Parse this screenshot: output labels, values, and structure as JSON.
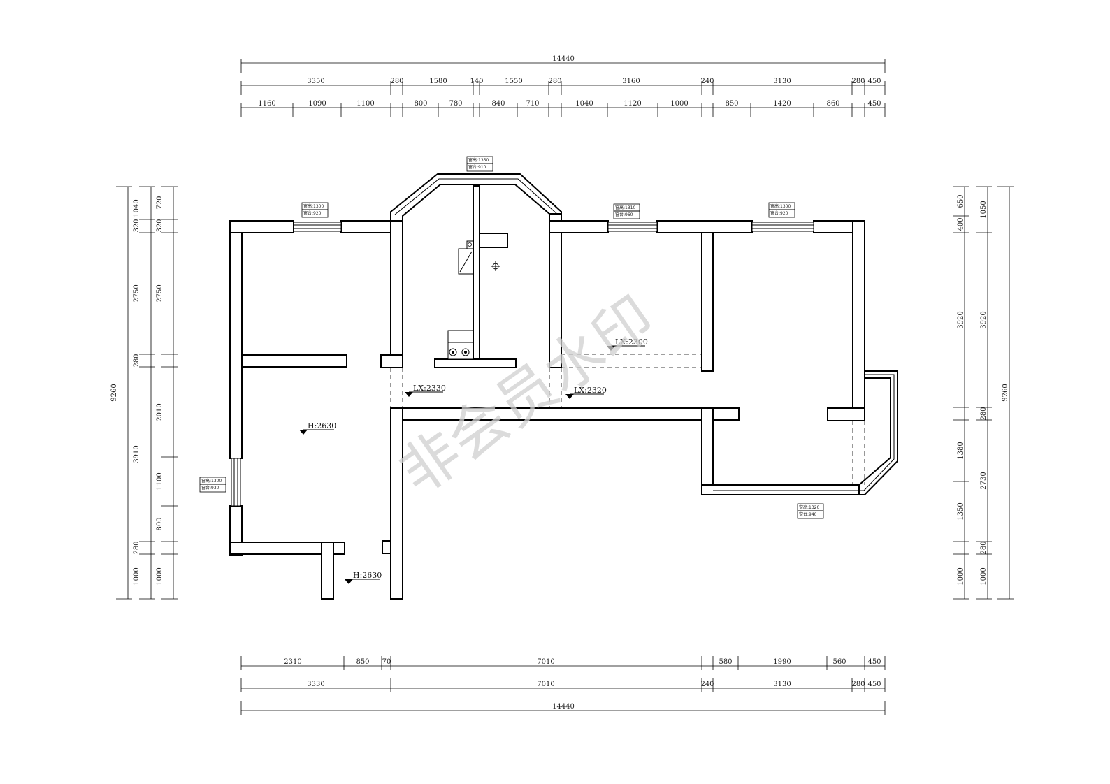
{
  "dimensions": {
    "top_total": "14440",
    "top_row2": [
      "3350",
      "280",
      "1580",
      "140",
      "1550",
      "280",
      "3160",
      "240",
      "3130",
      "280",
      "450"
    ],
    "top_row3": [
      "1160",
      "1090",
      "1100",
      "800",
      "780",
      "840",
      "710",
      "1040",
      "1120",
      "1000",
      "850",
      "1420",
      "860",
      "450"
    ],
    "bottom_row1": [
      "2310",
      "850",
      "70",
      "7010",
      "580",
      "1990",
      "560",
      "450"
    ],
    "bottom_row2": [
      "3330",
      "7010",
      "240",
      "3130",
      "280",
      "450"
    ],
    "bottom_total": "14440",
    "left_total": "9260",
    "left_row2": [
      "1040",
      "320",
      "2750",
      "280",
      "3910",
      "280",
      "1000"
    ],
    "left_row3": [
      "720",
      "320",
      "2750",
      "2010",
      "1100",
      "800",
      "1000"
    ],
    "right_total": "9260",
    "right_row2": [
      "1050",
      "3920",
      "280",
      "2730",
      "280",
      "1000"
    ],
    "right_row3": [
      "650",
      "400",
      "3920",
      "1380",
      "1350",
      "1000"
    ]
  },
  "levels": [
    {
      "label": "H:2630"
    },
    {
      "label": "H:2630"
    },
    {
      "label": "LX:2330"
    },
    {
      "label": "LX:2320"
    },
    {
      "label": "LX:2300"
    }
  ],
  "windows": [
    {
      "line1": "窗高:1300",
      "line2": "窗台:920"
    },
    {
      "line1": "窗高:1350",
      "line2": "窗台:910"
    },
    {
      "line1": "窗高:1310",
      "line2": "窗台:960"
    },
    {
      "line1": "窗高:1300",
      "line2": "窗台:920"
    },
    {
      "line1": "窗高:1300",
      "line2": "窗台:930"
    },
    {
      "line1": "窗高:1320",
      "line2": "窗台:940"
    }
  ],
  "watermark": "非会员水印"
}
